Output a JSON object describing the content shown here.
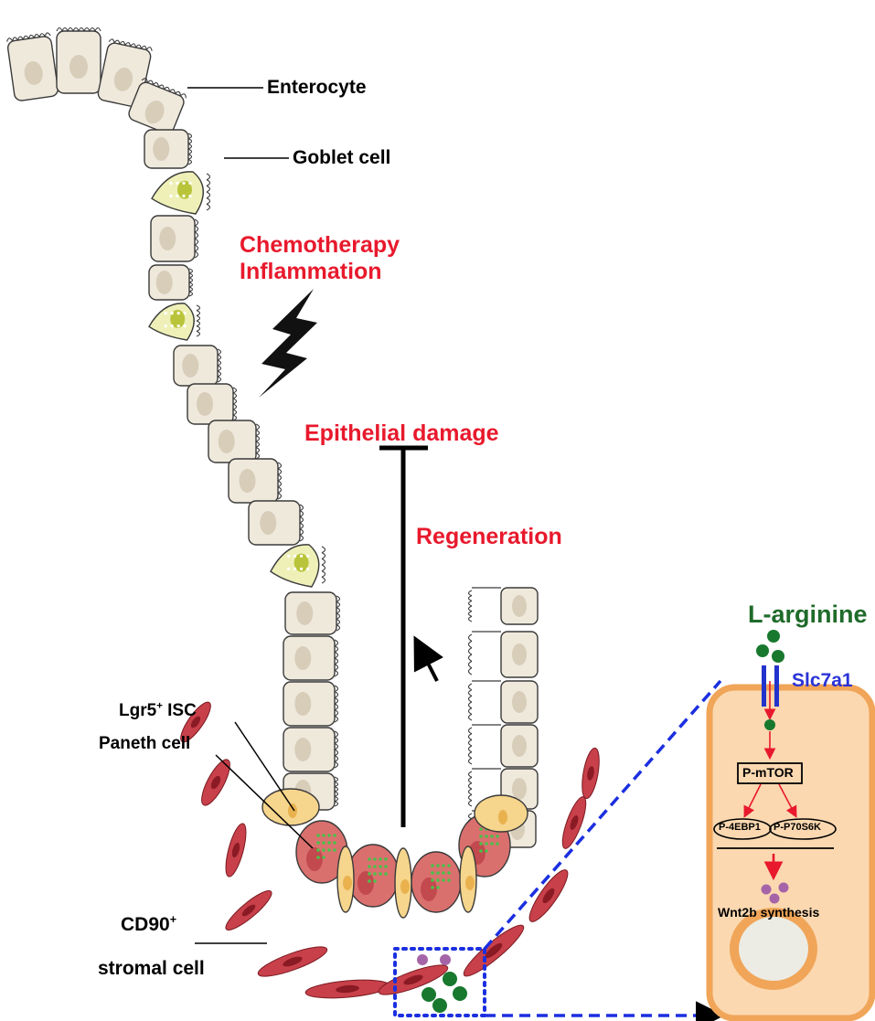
{
  "labels": {
    "enterocyte": "Enterocyte",
    "goblet_cell": "Goblet cell",
    "chemotherapy": "Chemotherapy",
    "inflammation": "Inflammation",
    "epithelial_damage": "Epithelial damage",
    "regeneration": "Regeneration",
    "lgr5_base": "Lgr5",
    "lgr5_sup": "+",
    "lgr5_suffix": " ISC",
    "paneth_cell": "Paneth cell",
    "cd90_base": "CD90",
    "cd90_sup": "+",
    "stromal_cell": "stromal cell",
    "l_arginine": "L-arginine",
    "slc7a1": "Slc7a1",
    "p_mtor": "P-mTOR",
    "p_4ebp1": "P-4EBP1",
    "p_p70s6k": "P-P70S6K",
    "wnt2b": "Wnt2b synthesis"
  },
  "colors": {
    "cell_fill": "#efe9dc",
    "cell_stroke": "#3a3a3a",
    "nucleus": "#d8cdb9",
    "goblet_fill": "#eef0b8",
    "goblet_nucleus": "#b9c43a",
    "paneth_fill": "#d9706e",
    "paneth_dots": "#4ac24a",
    "isc_fill": "#f6d58c",
    "stromal_fill": "#c8404a",
    "stromal_nucleus": "#8a1a24",
    "zoom_fill": "#fbd8b0",
    "zoom_stroke": "#f0a558",
    "arginine_dot": "#17782e",
    "wnt_dot": "#a564a8",
    "transporter": "#2233cc",
    "pathway_arrow": "#e8192c",
    "dashed_box": "#1b2fe0",
    "red_text": "#e8192c"
  }
}
